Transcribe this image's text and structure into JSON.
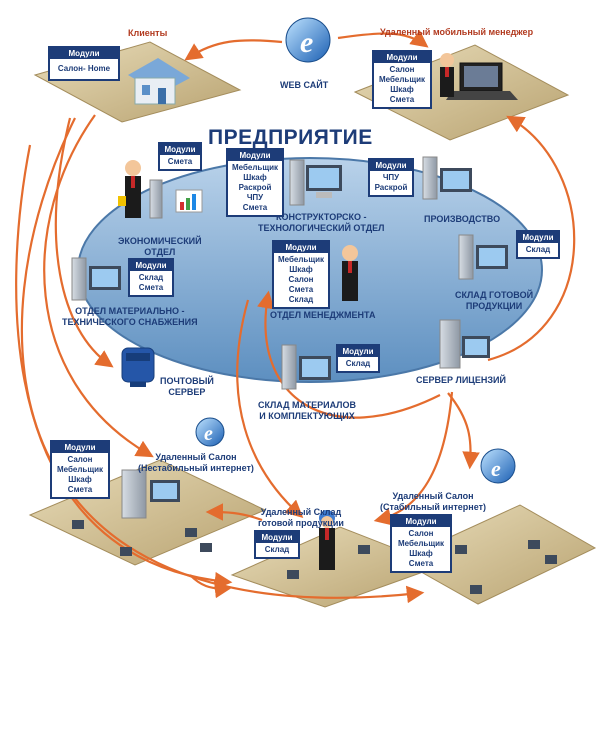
{
  "title": "ПРЕДПРИЯТИЕ",
  "colors": {
    "navy": "#1d3c78",
    "arrow": "#e46c2e",
    "platform": "#ccb98a",
    "ellipse": "#6f9cc6"
  },
  "labels": {
    "clients": "Клиенты",
    "web": "WEB САЙТ",
    "mobile_manager": "Удаленный мобильный менеджер",
    "econ": [
      "ЭКОНОМИЧЕСКИЙ",
      "ОТДЕЛ"
    ],
    "design": [
      "КОНСТРУКТОРСКО -",
      "ТЕХНОЛОГИЧЕСКИЙ ОТДЕЛ"
    ],
    "production": "ПРОИЗВОДСТВО",
    "supply": [
      "ОТДЕЛ МАТЕРИАЛЬНО -",
      "ТЕХНИЧЕСКОГО СНАБЖЕНИЯ"
    ],
    "management": "ОТДЕЛ МЕНЕДЖМЕНТА",
    "finished_goods": [
      "СКЛАД ГОТОВОЙ",
      "ПРОДУКЦИИ"
    ],
    "mail": [
      "ПОЧТОВЫЙ",
      "СЕРВЕР"
    ],
    "materials_wh": [
      "СКЛАД МАТЕРИАЛОВ",
      "И КОМПЛЕКТУЮЩИХ"
    ],
    "license": "СЕРВЕР ЛИЦЕНЗИЙ",
    "salon_unstable": [
      "Удаленный Салон",
      "(Нестабильный интернет)"
    ],
    "remote_wh": [
      "Удаленный Склад",
      "готовой продукции"
    ],
    "salon_stable": [
      "Удаленный Салон",
      "(Стабильный интернет)"
    ]
  },
  "modules": {
    "header": "Модули",
    "clients": [
      "Салон- Home"
    ],
    "mobile": [
      "Салон",
      "Мебельщик",
      "Шкаф",
      "Смета"
    ],
    "econ": [
      "Смета"
    ],
    "design": [
      "Мебельщик",
      "Шкаф",
      "Раскрой",
      "ЧПУ",
      "Смета"
    ],
    "production": [
      "ЧПУ",
      "Раскрой"
    ],
    "supply": [
      "Склад",
      "Смета"
    ],
    "management": [
      "Мебельщик",
      "Шкаф",
      "Салон",
      "Смета",
      "Склад"
    ],
    "finished": [
      "Склад"
    ],
    "materials": [
      "Склад"
    ],
    "salon_unstable": [
      "Салон",
      "Мебельщик",
      "Шкаф",
      "Смета"
    ],
    "remote_wh": [
      "Склад"
    ],
    "salon_stable": [
      "Салон",
      "Мебельщик",
      "Шкаф",
      "Смета"
    ]
  }
}
